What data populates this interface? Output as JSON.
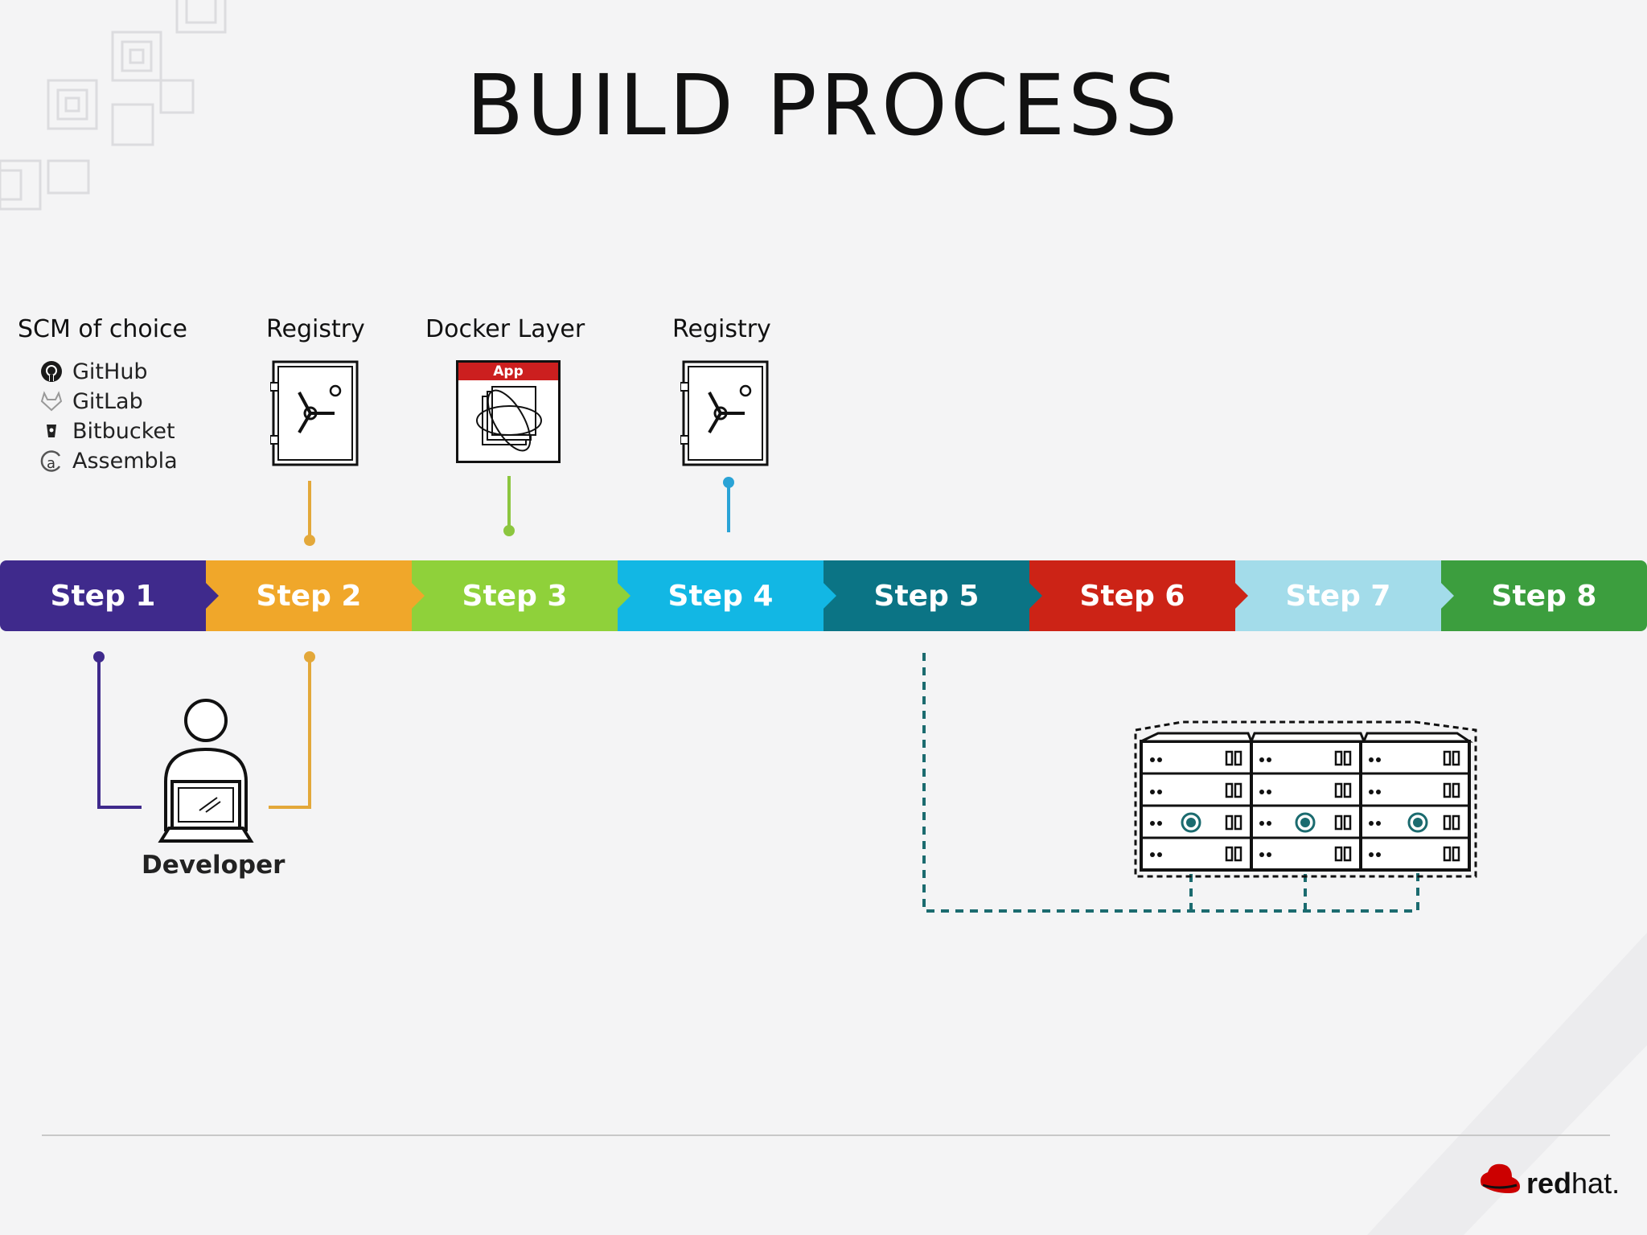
{
  "title": "BUILD PROCESS",
  "labels": {
    "scm": "SCM of choice",
    "registry1": "Registry",
    "docker_layer": "Docker Layer",
    "registry2": "Registry",
    "app_badge": "App",
    "developer": "Developer"
  },
  "scm_items": [
    {
      "label": "GitHub",
      "icon": "github-icon"
    },
    {
      "label": "GitLab",
      "icon": "gitlab-icon"
    },
    {
      "label": "Bitbucket",
      "icon": "bitbucket-icon"
    },
    {
      "label": "Assembla",
      "icon": "assembla-icon"
    }
  ],
  "steps": [
    {
      "label": "Step 1",
      "color": "#3f2a8c"
    },
    {
      "label": "Step 2",
      "color": "#f0a72a"
    },
    {
      "label": "Step 3",
      "color": "#8fd13a"
    },
    {
      "label": "Step 4",
      "color": "#12b7e4"
    },
    {
      "label": "Step 5",
      "color": "#0b7485"
    },
    {
      "label": "Step 6",
      "color": "#cc2316"
    },
    {
      "label": "Step 7",
      "color": "#a3dcea"
    },
    {
      "label": "Step 8",
      "color": "#3c9e3e"
    }
  ],
  "connector_colors": {
    "step1": "#3f2a8c",
    "step2": "#e3a83a",
    "step3": "#8cc63f",
    "step4": "#2aa3d6",
    "step5": "#1b6b6f"
  },
  "brand": {
    "bold": "red",
    "light": "hat.",
    "color": "#cc0000"
  }
}
